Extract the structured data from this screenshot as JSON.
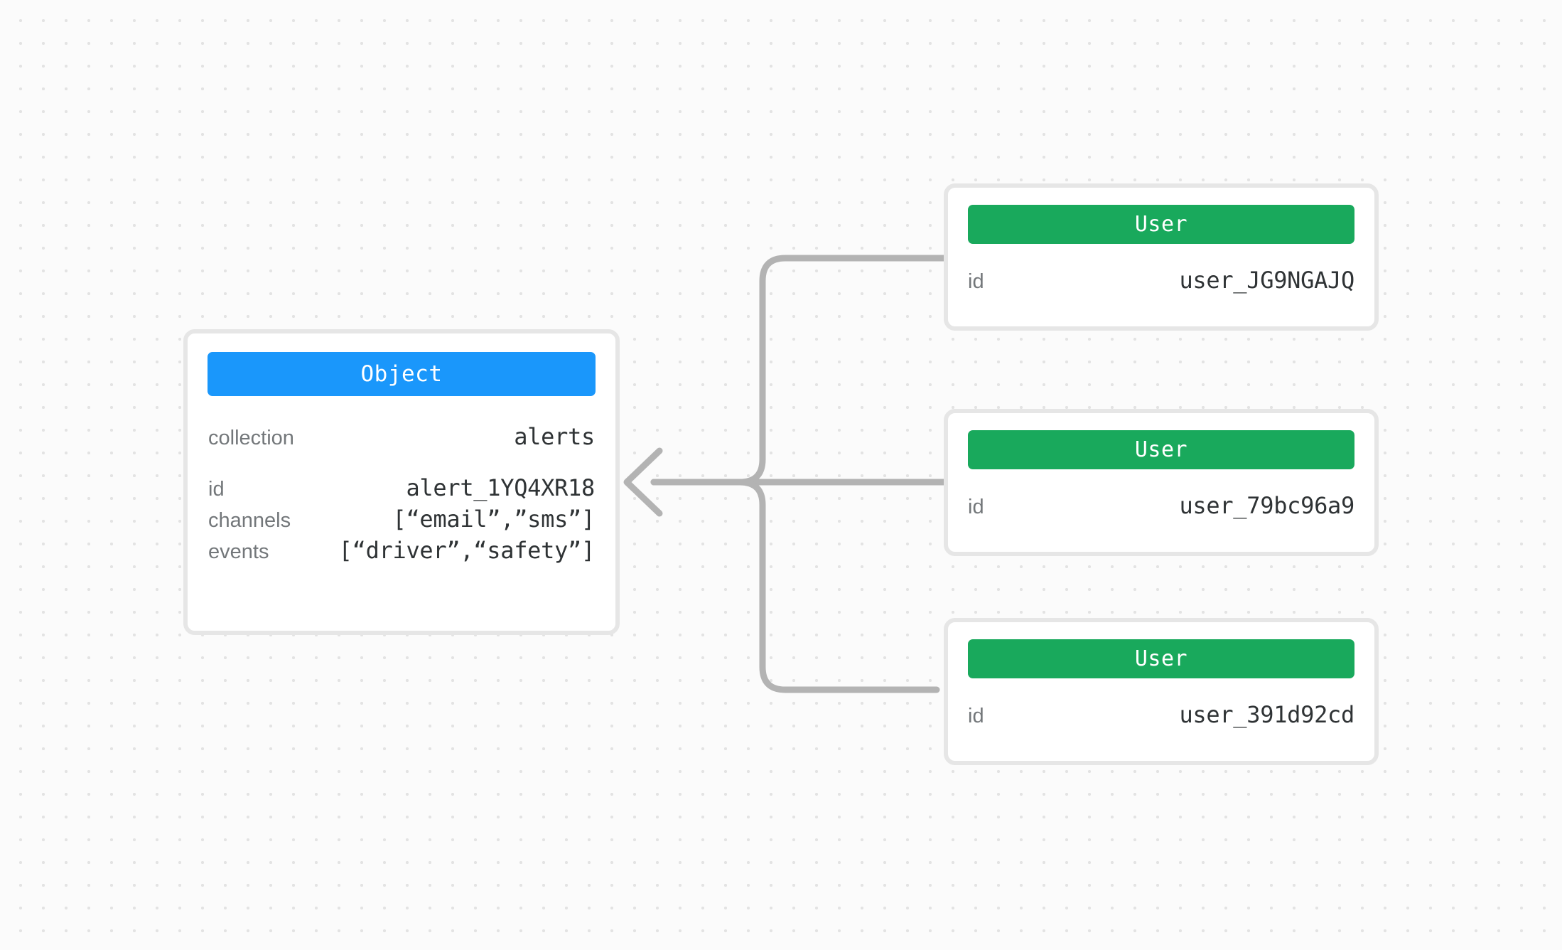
{
  "canvas": {
    "background_color": "#fbfbfb",
    "dot_grid_color": "#e3e3e3",
    "connector_color": "#b3b3b3"
  },
  "diagram": {
    "type": "entity-relationship",
    "edge_direction": "users-to-object",
    "edge_count": 3
  },
  "nodes": {
    "object": {
      "header_label": "Object",
      "header_color": "#1a97fb",
      "rows": [
        {
          "key": "collection",
          "value": "alerts"
        },
        {
          "key": "id",
          "value": "alert_1YQ4XR18"
        },
        {
          "key": "channels",
          "value": "[“email”,”sms”]"
        },
        {
          "key": "events",
          "value": "[“driver”,“safety”]"
        }
      ]
    },
    "users": [
      {
        "header_label": "User",
        "header_color": "#19a95c",
        "rows": [
          {
            "key": "id",
            "value": "user_JG9NGAJQ"
          }
        ]
      },
      {
        "header_label": "User",
        "header_color": "#19a95c",
        "rows": [
          {
            "key": "id",
            "value": "user_79bc96a9"
          }
        ]
      },
      {
        "header_label": "User",
        "header_color": "#19a95c",
        "rows": [
          {
            "key": "id",
            "value": "user_391d92cd"
          }
        ]
      }
    ]
  }
}
